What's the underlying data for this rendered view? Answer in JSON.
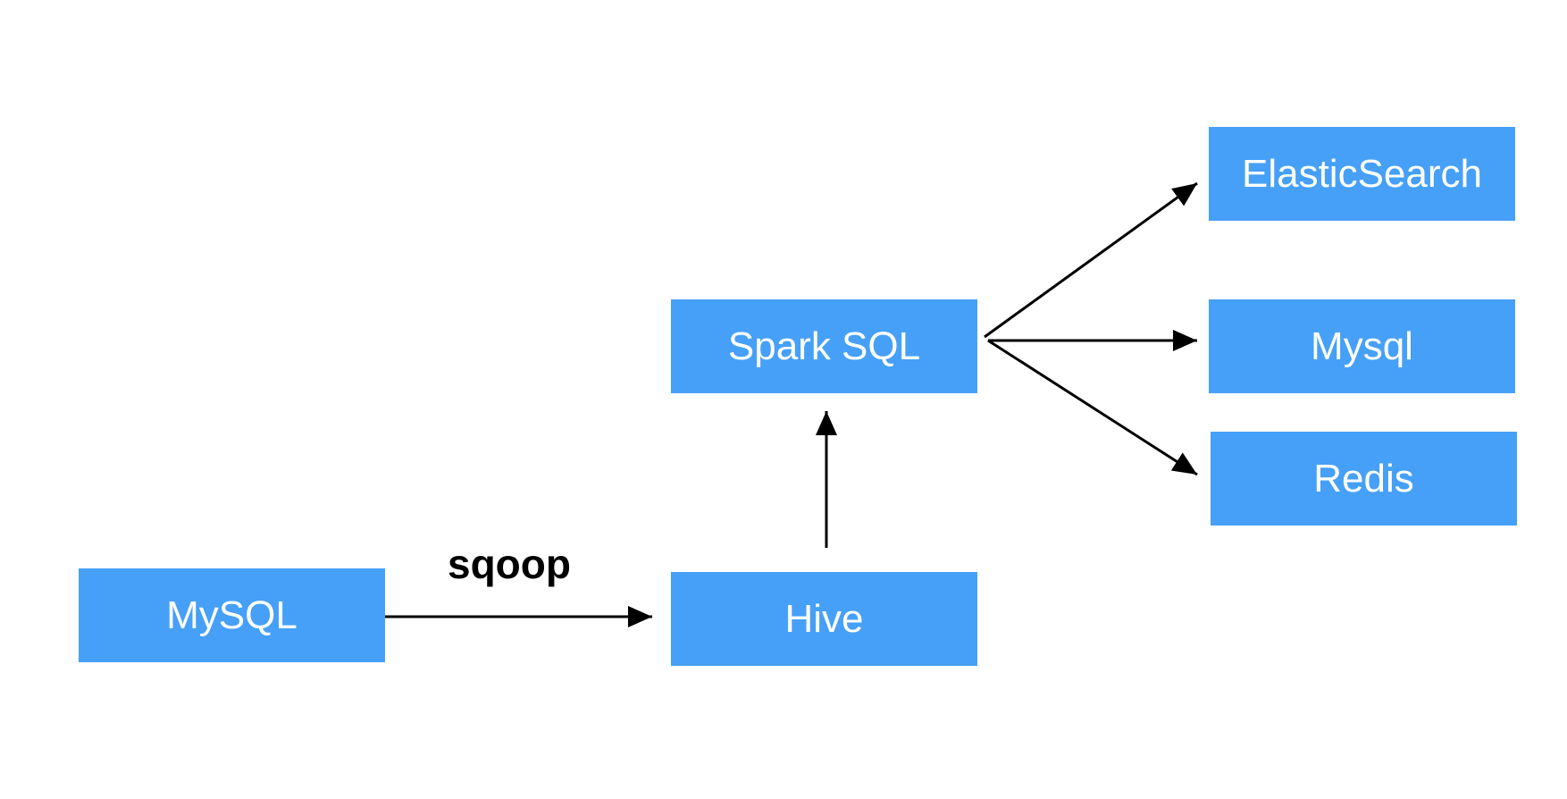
{
  "colors": {
    "node_fill": "#46A0F7",
    "node_text": "#FFFFFF",
    "edge": "#000000",
    "background": "#FFFFFF"
  },
  "nodes": {
    "mysql_source": {
      "label": "MySQL"
    },
    "hive": {
      "label": "Hive"
    },
    "spark_sql": {
      "label": "Spark SQL"
    },
    "elasticsearch": {
      "label": "ElasticSearch"
    },
    "mysql_target": {
      "label": "Mysql"
    },
    "redis": {
      "label": "Redis"
    }
  },
  "edges": [
    {
      "from": "mysql_source",
      "to": "hive",
      "label": "sqoop"
    },
    {
      "from": "hive",
      "to": "spark_sql",
      "label": ""
    },
    {
      "from": "spark_sql",
      "to": "elasticsearch",
      "label": ""
    },
    {
      "from": "spark_sql",
      "to": "mysql_target",
      "label": ""
    },
    {
      "from": "spark_sql",
      "to": "redis",
      "label": ""
    }
  ]
}
